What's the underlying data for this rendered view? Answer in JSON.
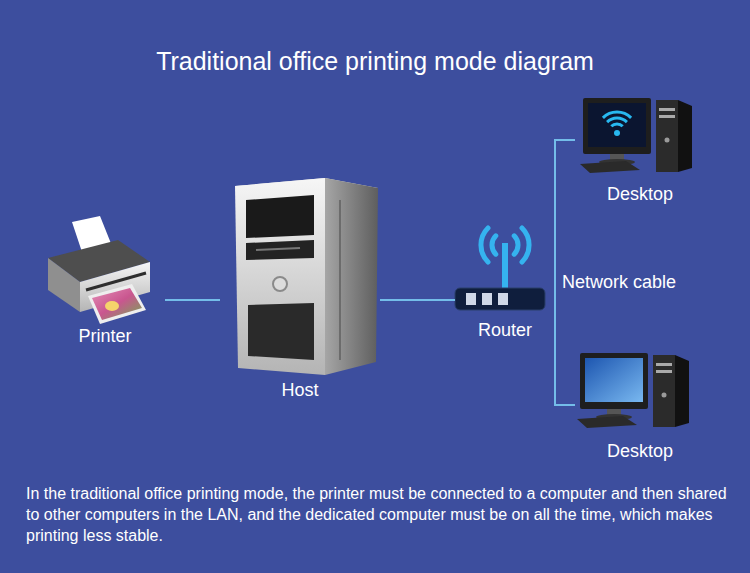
{
  "diagram": {
    "title": "Traditional office printing mode diagram",
    "caption": "In the traditional office printing mode, the printer must be connected to a computer and then shared to other computers in the LAN, and the dedicated computer must be on all the time, which makes printing less stable.",
    "nodes": [
      {
        "text": [
          "Printer"
        ]
      },
      {
        "text": [
          "Host"
        ]
      },
      {
        "text": [
          "Router"
        ]
      },
      {
        "text": [
          "Desktop"
        ]
      },
      {
        "text": [
          "Desktop"
        ]
      }
    ],
    "edges": [
      {
        "from": 0,
        "to": 1,
        "arrow": "none"
      },
      {
        "from": 1,
        "to": 2,
        "arrow": "none"
      },
      {
        "from": 2,
        "to": 3,
        "arrow": "none"
      },
      {
        "from": 2,
        "to": 4,
        "arrow": "none"
      }
    ],
    "labels": [
      "Network cable"
    ]
  }
}
